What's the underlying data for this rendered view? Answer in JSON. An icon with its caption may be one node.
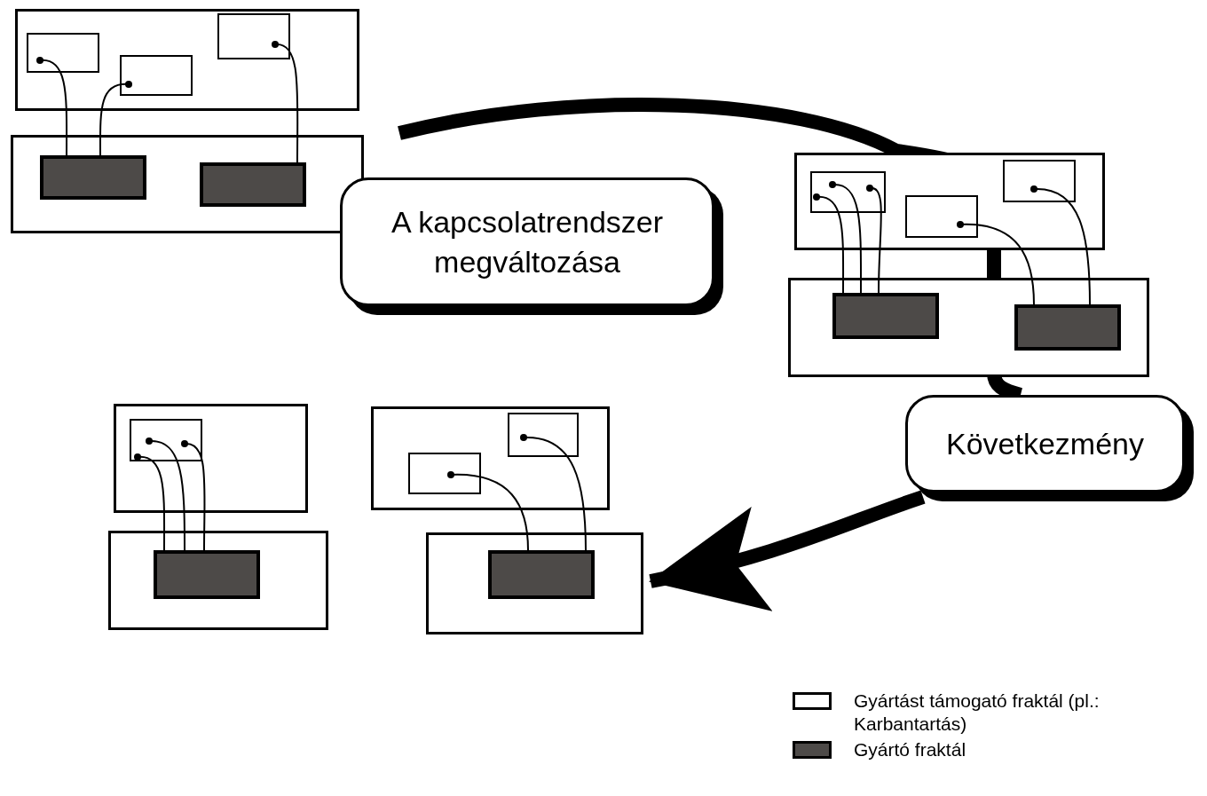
{
  "diagram": {
    "nodes": [
      {
        "text": [],
        "shape": "box"
      },
      {
        "text": [],
        "shape": "box",
        "in": 0
      },
      {
        "text": [],
        "shape": "box",
        "in": 0
      },
      {
        "text": [],
        "shape": "box",
        "in": 0
      },
      {
        "text": [],
        "shape": "box"
      },
      {
        "text": [],
        "shape": "box",
        "in": 4
      },
      {
        "text": [],
        "shape": "box",
        "in": 4
      },
      {
        "text": [
          "A kapcsolatrendszer megváltozása"
        ]
      },
      {
        "text": [],
        "shape": "box"
      },
      {
        "text": [],
        "shape": "box",
        "in": 8
      },
      {
        "text": [],
        "shape": "box",
        "in": 8
      },
      {
        "text": [],
        "shape": "box",
        "in": 8
      },
      {
        "text": [],
        "shape": "box"
      },
      {
        "text": [],
        "shape": "box",
        "in": 12
      },
      {
        "text": [],
        "shape": "box",
        "in": 12
      },
      {
        "text": [
          "Következmény"
        ]
      },
      {
        "text": [],
        "shape": "box"
      },
      {
        "text": [],
        "shape": "box",
        "in": 16
      },
      {
        "text": [],
        "shape": "box"
      },
      {
        "text": [],
        "shape": "box",
        "in": 18
      },
      {
        "text": [],
        "shape": "box"
      },
      {
        "text": [],
        "shape": "box",
        "in": 20
      },
      {
        "text": [],
        "shape": "box",
        "in": 20
      },
      {
        "text": [],
        "shape": "box"
      },
      {
        "text": [],
        "shape": "box",
        "in": 23
      }
    ],
    "edges": [
      {
        "from": 1,
        "to": 5,
        "arrow": "other"
      },
      {
        "from": 2,
        "to": 5,
        "arrow": "other"
      },
      {
        "from": 3,
        "to": 6,
        "arrow": "other"
      },
      {
        "from": 0,
        "to": 15,
        "arrow": "none",
        "style": "thick"
      },
      {
        "from": 9,
        "to": 13,
        "arrow": "other"
      },
      {
        "from": 9,
        "to": 13,
        "arrow": "other"
      },
      {
        "from": 9,
        "to": 13,
        "arrow": "other"
      },
      {
        "from": 10,
        "to": 14,
        "arrow": "other"
      },
      {
        "from": 11,
        "to": 14,
        "arrow": "other"
      },
      {
        "from": 15,
        "to": 23,
        "arrow": "to",
        "style": "thick"
      },
      {
        "from": 17,
        "to": 19,
        "arrow": "other"
      },
      {
        "from": 17,
        "to": 19,
        "arrow": "other"
      },
      {
        "from": 17,
        "to": 19,
        "arrow": "other"
      },
      {
        "from": 21,
        "to": 24,
        "arrow": "other"
      },
      {
        "from": 22,
        "to": 24,
        "arrow": "other"
      }
    ],
    "legend": [
      {
        "text": "Gyártást támogató fraktál (pl.: Karbantartás)",
        "color": "#ffffff"
      },
      {
        "text": "Gyártó fraktál",
        "color": "#4d4a48"
      }
    ]
  }
}
